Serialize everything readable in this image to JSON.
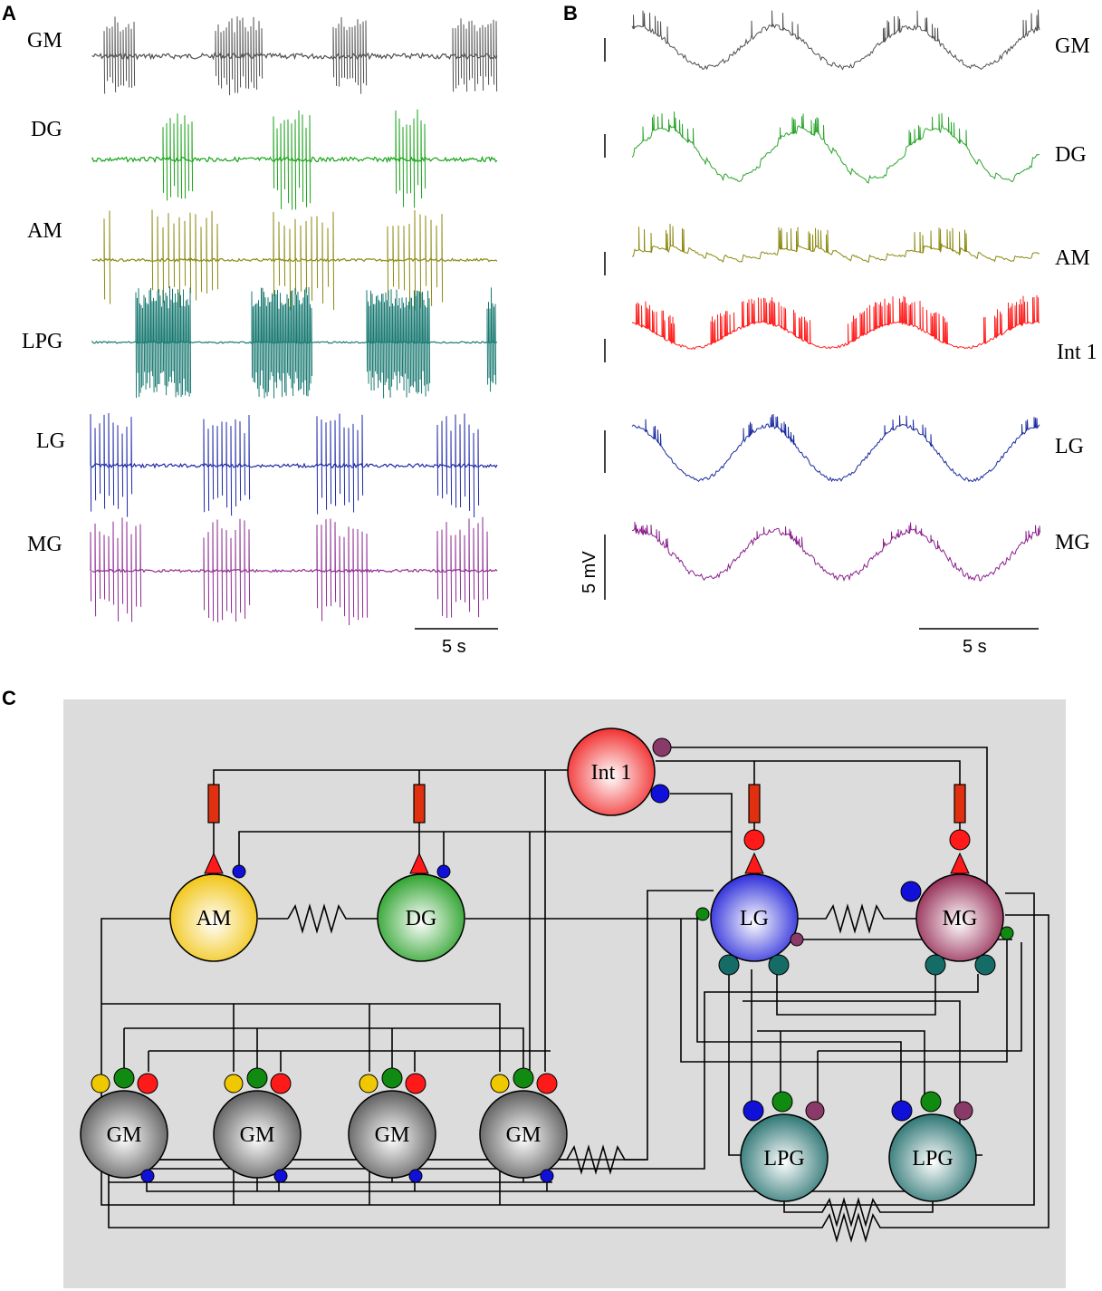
{
  "panels": {
    "A": {
      "letter": "A",
      "traces": [
        {
          "label": "GM",
          "color": "#505050"
        },
        {
          "label": "DG",
          "color": "#19a319"
        },
        {
          "label": "AM",
          "color": "#8c8a12"
        },
        {
          "label": "LPG",
          "color": "#1a7a72"
        },
        {
          "label": "LG",
          "color": "#1f2aa8"
        },
        {
          "label": "MG",
          "color": "#8e2a92"
        }
      ],
      "time_bar_label": "5 s"
    },
    "B": {
      "letter": "B",
      "traces": [
        {
          "label": "GM",
          "color": "#505050"
        },
        {
          "label": "DG",
          "color": "#2ca52c"
        },
        {
          "label": "AM",
          "color": "#8c8a12"
        },
        {
          "label": "Int 1",
          "color": "#ff2020"
        },
        {
          "label": "LG",
          "color": "#1a2a9e"
        },
        {
          "label": "MG",
          "color": "#8a1f8c"
        }
      ],
      "voltage_bar_label": "5 mV",
      "time_bar_label": "5 s"
    },
    "C": {
      "letter": "C",
      "neurons": [
        {
          "id": "int1",
          "label": "Int 1",
          "color": "#f01e1e"
        },
        {
          "id": "am",
          "label": "AM",
          "color": "#f0c000"
        },
        {
          "id": "dg",
          "label": "DG",
          "color": "#1a9a1a"
        },
        {
          "id": "lg",
          "label": "LG",
          "color": "#1a1ad8"
        },
        {
          "id": "mg",
          "label": "MG",
          "color": "#8c1a46"
        },
        {
          "id": "gm1",
          "label": "GM",
          "color": "#505050"
        },
        {
          "id": "gm2",
          "label": "GM",
          "color": "#505050"
        },
        {
          "id": "gm3",
          "label": "GM",
          "color": "#505050"
        },
        {
          "id": "gm4",
          "label": "GM",
          "color": "#505050"
        },
        {
          "id": "lpg1",
          "label": "LPG",
          "color": "#1a6a68"
        },
        {
          "id": "lpg2",
          "label": "LPG",
          "color": "#1a6a68"
        }
      ],
      "background_color": "#dcdcdc",
      "synapse_colors": {
        "red": "#ff1a1a",
        "blue": "#1010d8",
        "yellow": "#f0c800",
        "green": "#108a10",
        "teal": "#156b66",
        "plum": "#8a3a68"
      }
    }
  }
}
